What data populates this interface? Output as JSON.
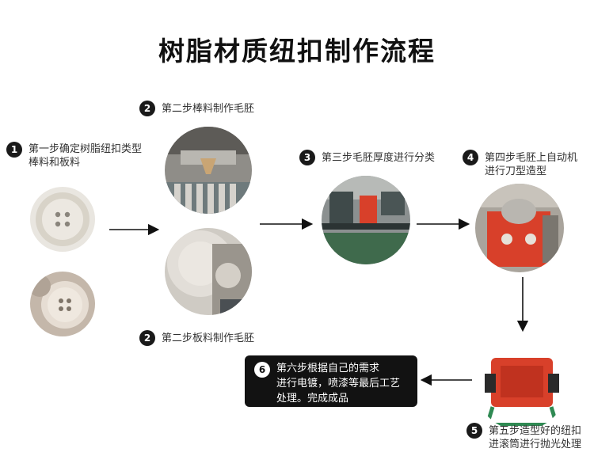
{
  "title": "树脂材质纽扣制作流程",
  "steps": {
    "s1": {
      "num": "1",
      "line1": "第一步确定树脂纽扣类型",
      "line2": "棒料和板料"
    },
    "s2a": {
      "num": "2",
      "line1": "第二步棒料制作毛胚"
    },
    "s2b": {
      "num": "2",
      "line1": "第二步板料制作毛胚"
    },
    "s3": {
      "num": "3",
      "line1": "第三步毛胚厚度进行分类"
    },
    "s4": {
      "num": "4",
      "line1": "第四步毛胚上自动机",
      "line2": "进行刀型造型"
    },
    "s5": {
      "num": "5",
      "line1": "第五步造型好的纽扣",
      "line2": "进滚筒进行抛光处理"
    },
    "s6": {
      "num": "6",
      "line1": "第六步根据自己的需求",
      "line2": "进行电镀，喷漆等最后工艺",
      "line3": "处理。完成成品"
    }
  },
  "colors": {
    "accent_red": "#d8402a",
    "dark": "#121212",
    "arrow": "#111111"
  }
}
